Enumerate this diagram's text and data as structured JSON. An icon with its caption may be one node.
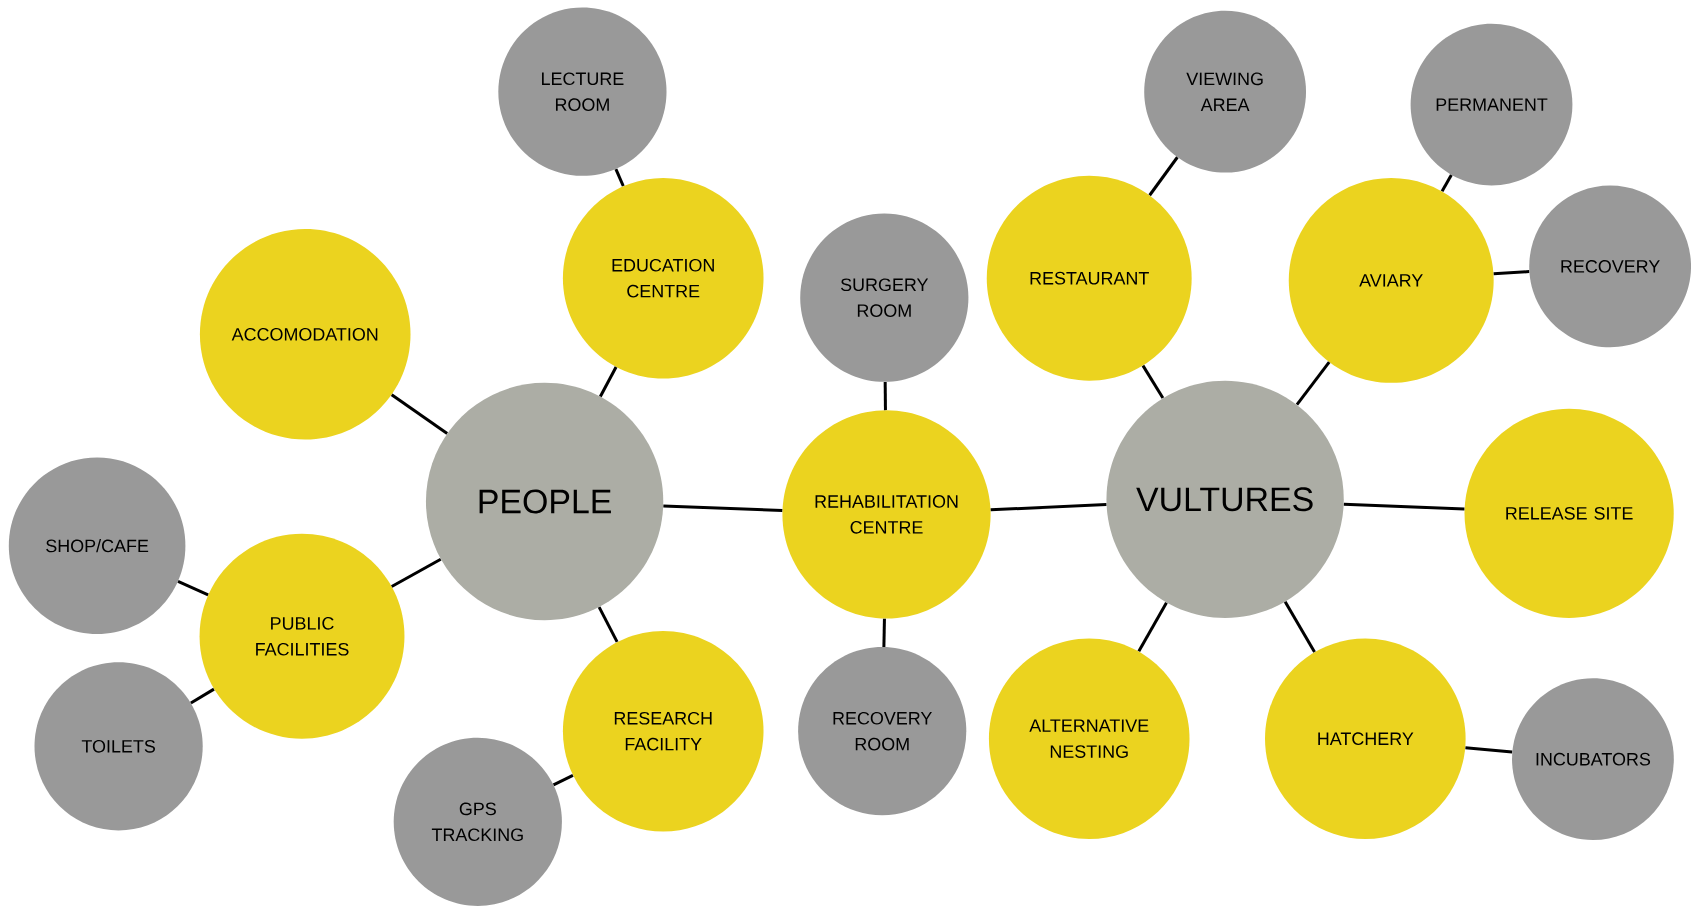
{
  "diagram": {
    "nodes": [
      {
        "text": [
          "PEOPLE"
        ]
      },
      {
        "text": [
          "LECTURE ROOM"
        ]
      },
      {
        "text": [
          "EDUCATION CENTRE"
        ]
      },
      {
        "text": [
          "ACCOMODATION"
        ]
      },
      {
        "text": [
          "SHOP/CAFE"
        ]
      },
      {
        "text": [
          "PUBLIC FACILITIES"
        ]
      },
      {
        "text": [
          "TOILETS"
        ]
      },
      {
        "text": [
          "RESEARCH FACILITY"
        ]
      },
      {
        "text": [
          "GPS TRACKING"
        ]
      },
      {
        "text": [
          "SURGERY ROOM"
        ]
      },
      {
        "text": [
          "REHABILITATION CENTRE"
        ]
      },
      {
        "text": [
          "RECOVERY ROOM"
        ]
      },
      {
        "text": [
          "VIEWING AREA"
        ]
      },
      {
        "text": [
          "RESTAURANT"
        ]
      },
      {
        "text": [
          "VULTURES"
        ]
      },
      {
        "text": [
          "PERMANENT"
        ]
      },
      {
        "text": [
          "AVIARY"
        ]
      },
      {
        "text": [
          "RECOVERY"
        ]
      },
      {
        "text": [
          "RELEASE SITE"
        ]
      },
      {
        "text": [
          "ALTERNATIVE NESTING"
        ]
      },
      {
        "text": [
          "HATCHERY"
        ]
      },
      {
        "text": [
          "INCUBATORS"
        ]
      }
    ],
    "edges": [
      {
        "from": 0,
        "to": 2,
        "arrow": "none"
      },
      {
        "from": 2,
        "to": 1,
        "arrow": "none"
      },
      {
        "from": 0,
        "to": 3,
        "arrow": "none"
      },
      {
        "from": 0,
        "to": 5,
        "arrow": "none"
      },
      {
        "from": 5,
        "to": 4,
        "arrow": "none"
      },
      {
        "from": 5,
        "to": 6,
        "arrow": "none"
      },
      {
        "from": 0,
        "to": 7,
        "arrow": "none"
      },
      {
        "from": 7,
        "to": 8,
        "arrow": "none"
      },
      {
        "from": 0,
        "to": 10,
        "arrow": "none"
      },
      {
        "from": 10,
        "to": 9,
        "arrow": "none"
      },
      {
        "from": 10,
        "to": 11,
        "arrow": "none"
      },
      {
        "from": 10,
        "to": 14,
        "arrow": "none"
      },
      {
        "from": 14,
        "to": 13,
        "arrow": "none"
      },
      {
        "from": 13,
        "to": 12,
        "arrow": "none"
      },
      {
        "from": 14,
        "to": 16,
        "arrow": "none"
      },
      {
        "from": 16,
        "to": 15,
        "arrow": "none"
      },
      {
        "from": 16,
        "to": 17,
        "arrow": "none"
      },
      {
        "from": 14,
        "to": 18,
        "arrow": "none"
      },
      {
        "from": 14,
        "to": 19,
        "arrow": "none"
      },
      {
        "from": 14,
        "to": 20,
        "arrow": "none"
      },
      {
        "from": 20,
        "to": 21,
        "arrow": "none"
      }
    ]
  }
}
